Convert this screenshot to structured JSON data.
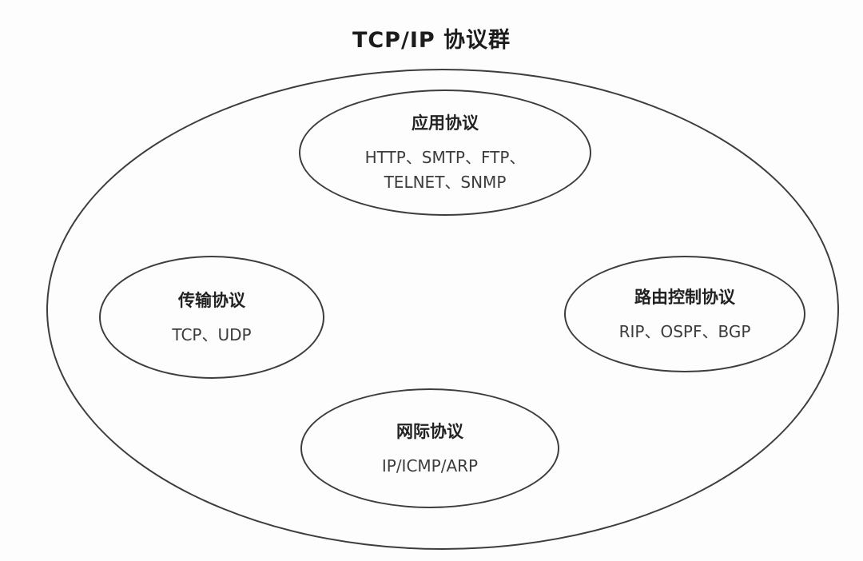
{
  "diagram": {
    "title": "TCP/IP 协议群",
    "nodes": {
      "application": {
        "title": "应用协议",
        "line1": "HTTP、SMTP、FTP、",
        "line2": "TELNET、SNMP"
      },
      "transport": {
        "title": "传输协议",
        "line1": "TCP、UDP"
      },
      "routing": {
        "title": "路由控制协议",
        "line1": "RIP、OSPF、BGP"
      },
      "internet": {
        "title": "网际协议",
        "line1": "IP/ICMP/ARP"
      }
    },
    "colors": {
      "stroke": "#3d3d3d",
      "title_text": "#1c1c1c",
      "body_text": "#3c3c3c",
      "background": "#fdfdfd"
    }
  }
}
